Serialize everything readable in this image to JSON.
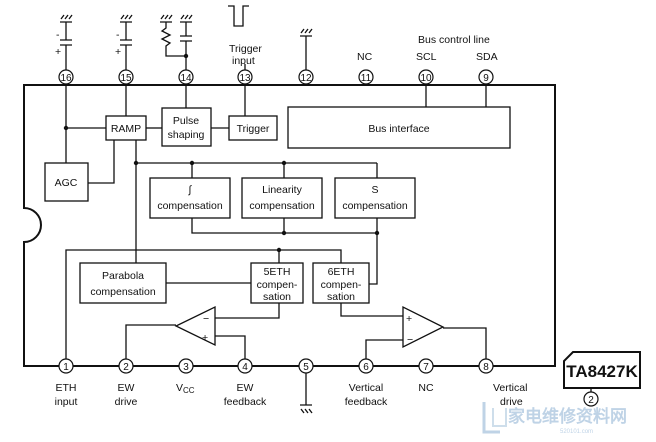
{
  "top_labels": {
    "trigger_input": [
      "Trigger",
      "input"
    ],
    "bus_control_line": "Bus control line",
    "nc_top": "NC",
    "scl": "SCL",
    "sda": "SDA"
  },
  "pins": {
    "p1": "1",
    "p2": "2",
    "p3": "3",
    "p4": "4",
    "p5": "5",
    "p6": "6",
    "p7": "7",
    "p8": "8",
    "p9": "9",
    "p10": "10",
    "p11": "11",
    "p12": "12",
    "p13": "13",
    "p14": "14",
    "p15": "15",
    "p16": "16"
  },
  "blocks": {
    "ramp": "RAMP",
    "pulse_shaping": [
      "Pulse",
      "shaping"
    ],
    "trigger": "Trigger",
    "bus_interface": "Bus interface",
    "agc": "AGC",
    "integral": [
      "∫",
      "compensation"
    ],
    "linearity": [
      "Linearity",
      "compensation"
    ],
    "s_comp": [
      "S",
      "compensation"
    ],
    "parabola": [
      "Parabola",
      "compensation"
    ],
    "eth5": [
      "5ETH",
      "compen-",
      "sation"
    ],
    "eth6": [
      "6ETH",
      "compen-",
      "sation"
    ]
  },
  "bottom_labels": {
    "eth_input": [
      "ETH",
      "input"
    ],
    "ew_drive": [
      "EW",
      "drive"
    ],
    "vcc": "V",
    "vcc_sub": "CC",
    "ew_feedback": [
      "EW",
      "feedback"
    ],
    "vertical_feedback": [
      "Vertical",
      "feedback"
    ],
    "nc_bottom": "NC",
    "vertical_drive": [
      "Vertical",
      "drive"
    ]
  },
  "cap_signs": {
    "plus": "+",
    "minus": "-"
  },
  "opamp_signs": {
    "plus": "+",
    "minus": "−"
  },
  "chip": {
    "name": "TA8427K",
    "pin": "2"
  },
  "watermark": {
    "cn": "家电维修资料网",
    "url": "520101.com"
  }
}
